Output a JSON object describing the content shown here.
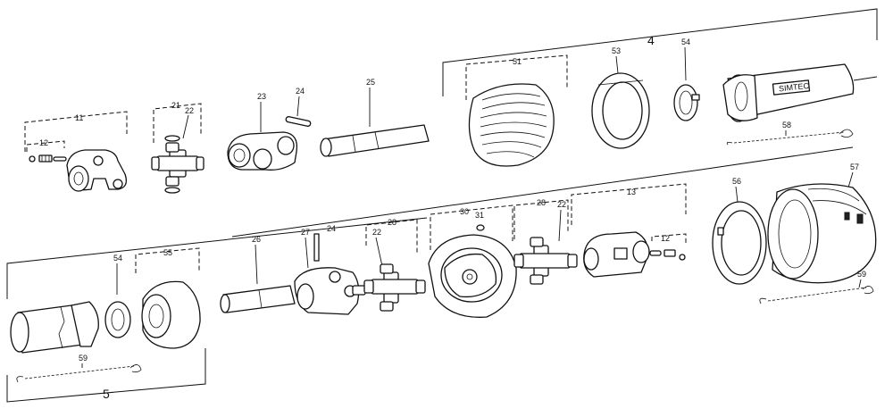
{
  "callouts": {
    "c4": "4",
    "c5": "5",
    "c11": "11",
    "c12a": "12",
    "c12b": "12",
    "c13": "13",
    "c21": "21",
    "c22a": "22",
    "c22b": "22",
    "c22c": "22",
    "c23": "23",
    "c24a": "24",
    "c24b": "24",
    "c25": "25",
    "c26": "26",
    "c27": "27",
    "c28a": "28",
    "c28b": "28",
    "c30": "30",
    "c31": "31",
    "c51": "51",
    "c53": "53",
    "c54a": "54",
    "c54b": "54",
    "c55": "55",
    "c56": "56",
    "c57": "57",
    "c58": "58",
    "c59a": "59",
    "c59b": "59"
  },
  "tube_marking": "SIMTEC"
}
